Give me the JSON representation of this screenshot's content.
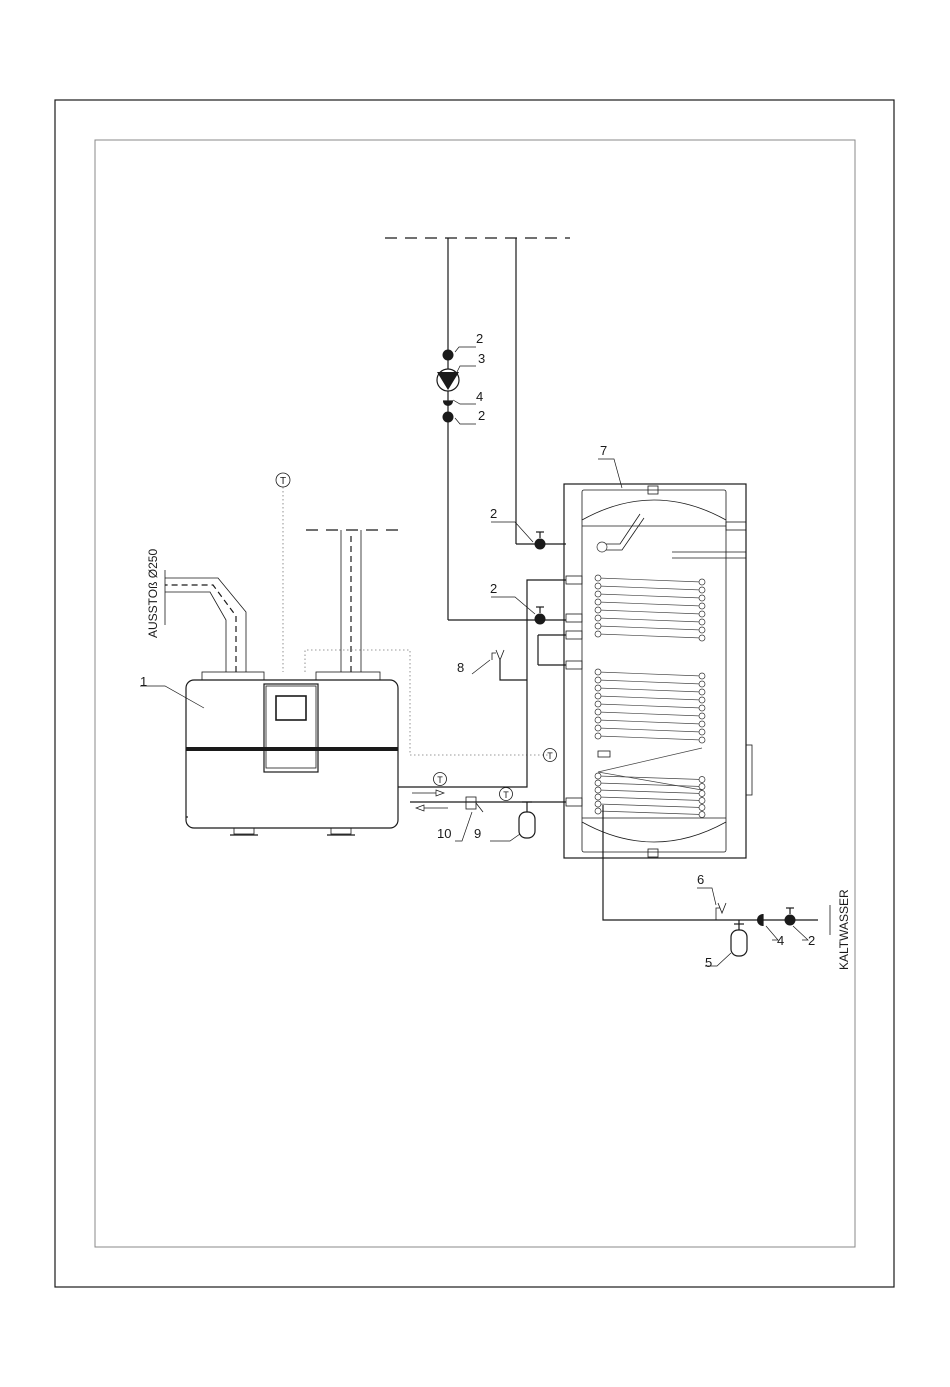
{
  "labels": {
    "exhaust": "AUSSTOß Ø250",
    "cold_water": "KALTWASSER",
    "temp_sensor": "T"
  },
  "callouts": [
    {
      "id": "boiler",
      "text": "1"
    },
    {
      "id": "valve-flow-top",
      "text": "2"
    },
    {
      "id": "pump",
      "text": "3"
    },
    {
      "id": "check-valve-flow",
      "text": "4"
    },
    {
      "id": "valve-flow-bottom",
      "text": "2"
    },
    {
      "id": "tank",
      "text": "7"
    },
    {
      "id": "valve-tank-upper",
      "text": "2"
    },
    {
      "id": "valve-tank-middle",
      "text": "2"
    },
    {
      "id": "safety-valve-heating",
      "text": "8"
    },
    {
      "id": "filter",
      "text": "10"
    },
    {
      "id": "expansion-vessel-heating",
      "text": "9"
    },
    {
      "id": "safety-valve-water",
      "text": "6"
    },
    {
      "id": "check-valve-water",
      "text": "4"
    },
    {
      "id": "valve-cold-water",
      "text": "2"
    },
    {
      "id": "expansion-vessel-water",
      "text": "5"
    }
  ]
}
